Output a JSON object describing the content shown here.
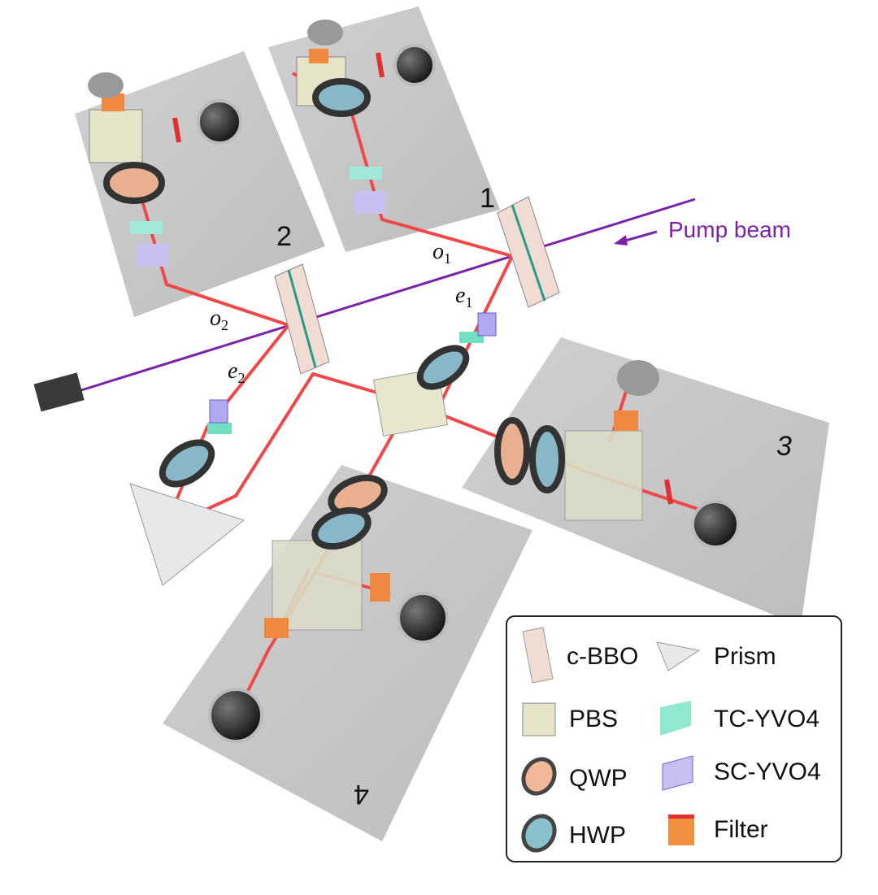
{
  "diagram": {
    "pump_label": "Pump beam",
    "stages": {
      "s1": "1",
      "s2": "2",
      "s3": "3",
      "s4": "4"
    },
    "beams": {
      "o1": {
        "base": "o",
        "sub": "1"
      },
      "o2": {
        "base": "o",
        "sub": "2"
      },
      "e1": {
        "base": "e",
        "sub": "1"
      },
      "e2": {
        "base": "e",
        "sub": "2"
      }
    },
    "colors": {
      "beam": "#f04848",
      "pump": "#7a22a8",
      "panel": "#c8c8c8"
    }
  },
  "legend": {
    "items": [
      {
        "label": "c-BBO",
        "icon": "cbbo-icon"
      },
      {
        "label": "Prism",
        "icon": "prism-icon"
      },
      {
        "label": "PBS",
        "icon": "pbs-icon"
      },
      {
        "label": "TC-YVO4",
        "icon": "tc-yvo4-icon"
      },
      {
        "label": "QWP",
        "icon": "qwp-icon"
      },
      {
        "label": "SC-YVO4",
        "icon": "sc-yvo4-icon"
      },
      {
        "label": "HWP",
        "icon": "hwp-icon"
      },
      {
        "label": "Filter",
        "icon": "filter-icon"
      }
    ]
  }
}
